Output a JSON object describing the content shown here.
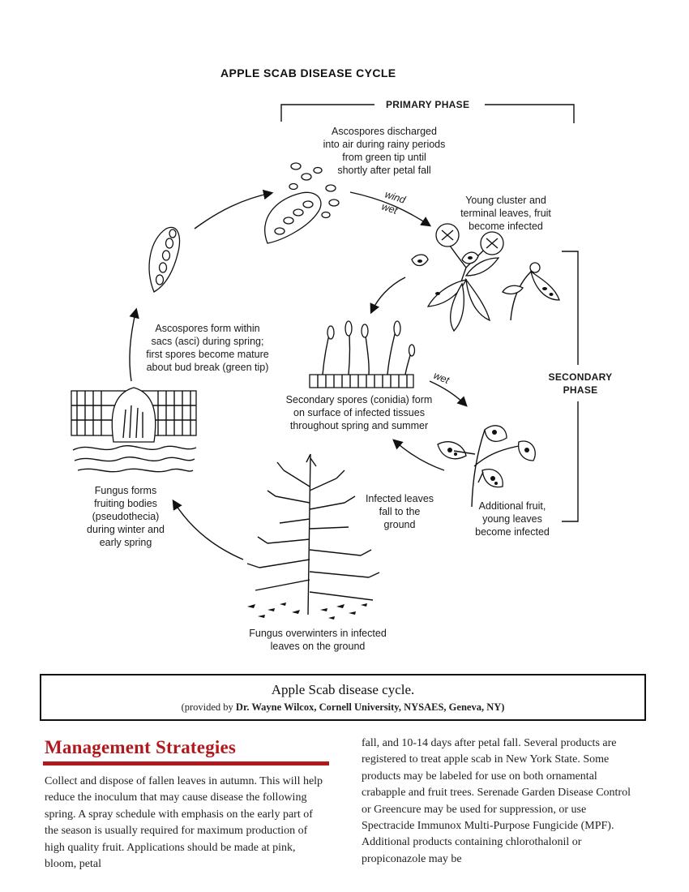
{
  "diagram": {
    "title": "APPLE SCAB DISEASE CYCLE",
    "primary_phase": "PRIMARY PHASE",
    "secondary_phase": [
      "SECONDARY",
      "PHASE"
    ],
    "wind_label": "wind",
    "wet_label": "wet",
    "labels": {
      "ascospores_discharged": [
        "Ascospores discharged",
        "into air during rainy periods",
        "from green tip until",
        "shortly after petal fall"
      ],
      "young_cluster": [
        "Young cluster and",
        "terminal leaves, fruit",
        "become infected"
      ],
      "ascospores_form": [
        "Ascospores form within",
        "sacs (asci) during spring;",
        "first spores become mature",
        "about bud break (green tip)"
      ],
      "secondary_spores": [
        "Secondary spores (conidia) form",
        "on surface of infected tissues",
        "throughout spring and summer"
      ],
      "fungus_forms": [
        "Fungus forms",
        "fruiting bodies",
        "(pseudothecia)",
        "during winter and",
        "early spring"
      ],
      "infected_leaves_fall": [
        "Infected leaves",
        "fall to the",
        "ground"
      ],
      "additional_fruit": [
        "Additional fruit,",
        "young leaves",
        "become infected"
      ],
      "overwinters": [
        "Fungus overwinters in infected",
        "leaves on the ground"
      ]
    }
  },
  "caption": {
    "title": "Apple Scab disease cycle.",
    "credit_prefix": "(provided by ",
    "credit_name": "Dr. Wayne Wilcox, Cornell University, NYSAES, Geneva, NY)"
  },
  "section": {
    "heading": "Management Strategies",
    "left_text": "Collect and dispose of fallen leaves in autumn. This will help reduce the inoculum that may cause disease the following spring. A spray schedule with emphasis on the early part of the season is usually required for maximum production of high quality fruit. Applications should be made at pink, bloom, petal",
    "right_text": "fall, and 10-14 days after petal fall. Several products are registered to treat apple scab in New York State. Some products  may be labeled for use on both ornamental crabapple and fruit trees.  Serenade Garden Disease Control or Greencure may be used for suppression, or use Spectracide Immunox Multi-Purpose Fungicide (MPF). Additional products containing chlorothalonil or propiconazole may be"
  }
}
